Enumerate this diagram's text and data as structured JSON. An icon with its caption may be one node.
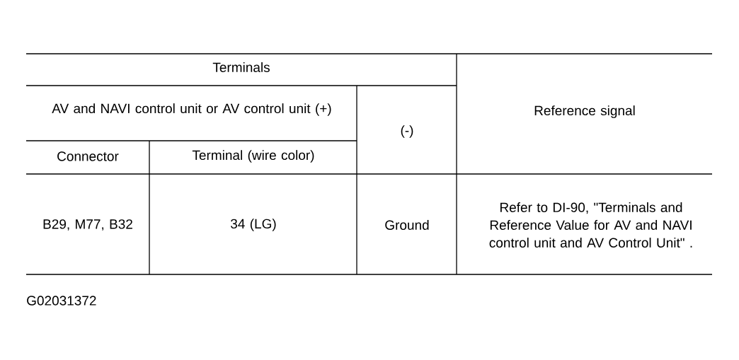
{
  "diagram": {
    "labels": [
      "Terminals",
      "AV and NAVI control unit or AV control unit (+)",
      "(-)",
      "Reference signal",
      "Connector",
      "Terminal (wire color)",
      "B29, M77, B32",
      "34 (LG)",
      "Ground",
      "Refer to DI-90, \"Terminals and Reference Value for AV and NAVI control unit and AV Control Unit\" .",
      "G02031372"
    ]
  }
}
